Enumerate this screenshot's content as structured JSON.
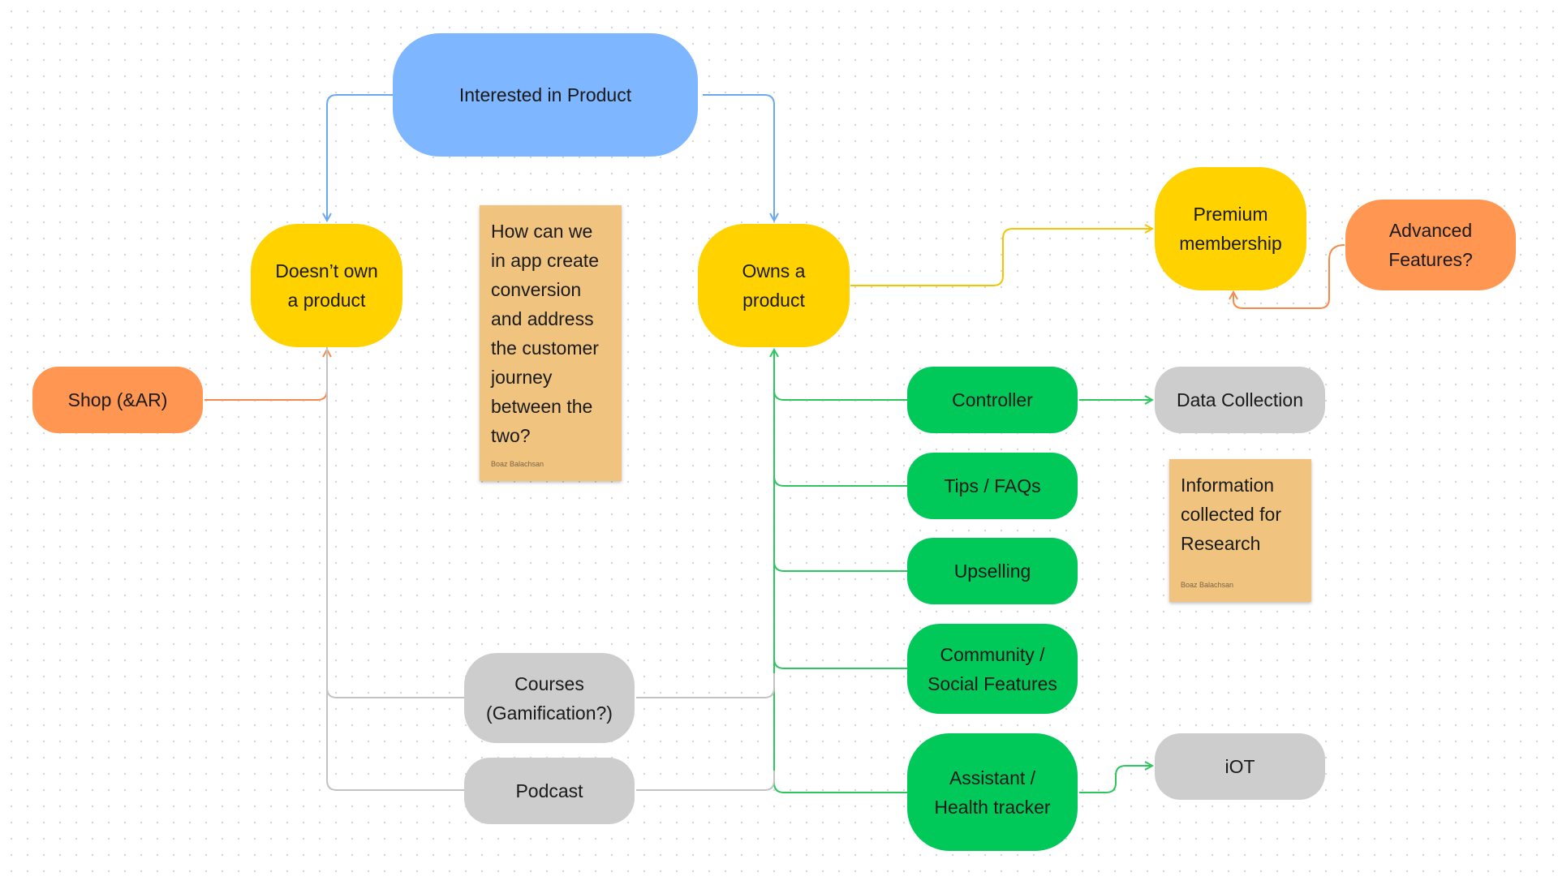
{
  "colors": {
    "blue": "#7eb6ff",
    "yellow": "#ffd200",
    "orange": "#ff9652",
    "green": "#00c95a",
    "gray": "#cdcdcd",
    "sticky": "#f0c47e",
    "edge_blue": "#6aa8f0",
    "edge_yellow": "#f5c400",
    "edge_orange": "#f58a4a",
    "edge_green": "#2cc55e",
    "edge_gray": "#c2c2c2"
  },
  "nodes": {
    "interested": {
      "label": "Interested in Product"
    },
    "doesnt_own": {
      "label": "Doesn’t own\na product"
    },
    "owns": {
      "label": "Owns a\nproduct"
    },
    "shop": {
      "label": "Shop (&AR)"
    },
    "premium": {
      "label": "Premium\nmembership"
    },
    "advanced": {
      "label": "Advanced\nFeatures?"
    },
    "controller": {
      "label": "Controller"
    },
    "tips": {
      "label": "Tips / FAQs"
    },
    "upselling": {
      "label": "Upselling"
    },
    "community": {
      "label": "Community /\nSocial Features"
    },
    "assistant": {
      "label": "Assistant /\nHealth tracker"
    },
    "data_collection": {
      "label": "Data Collection"
    },
    "iot": {
      "label": "iOT"
    },
    "courses": {
      "label": "Courses\n(Gamification?)"
    },
    "podcast": {
      "label": "Podcast"
    }
  },
  "stickies": {
    "conversion": {
      "text": "How can we\nin app create\nconversion\nand address\nthe customer\njourney\nbetween the\ntwo?",
      "author": "Boaz Balachsan"
    },
    "research": {
      "text": "Information\ncollected for\nResearch",
      "author": "Boaz Balachsan"
    }
  }
}
